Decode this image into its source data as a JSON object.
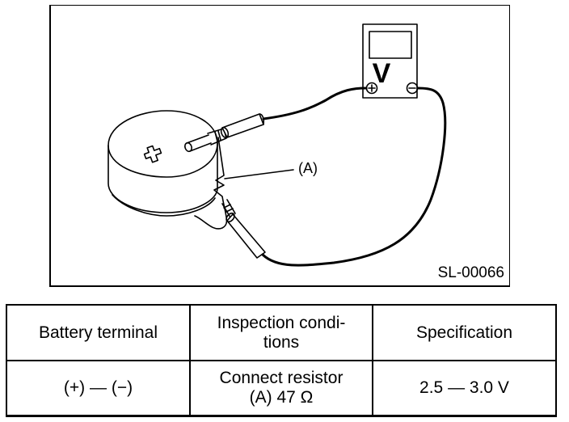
{
  "figure": {
    "figure_id": "SL-00066",
    "callout_label": "(A)",
    "meter_label": "V",
    "meter_terminals": {
      "positive": "+",
      "negative": "−"
    },
    "battery_marking": "+"
  },
  "table": {
    "headers": [
      "Battery terminal",
      "Inspection condi-\ntions",
      "Specification"
    ],
    "rows": [
      {
        "battery_terminal": "(+) — (−)",
        "inspection_conditions": "Connect resistor\n(A) 47 Ω",
        "specification": "2.5 — 3.0 V"
      }
    ]
  }
}
